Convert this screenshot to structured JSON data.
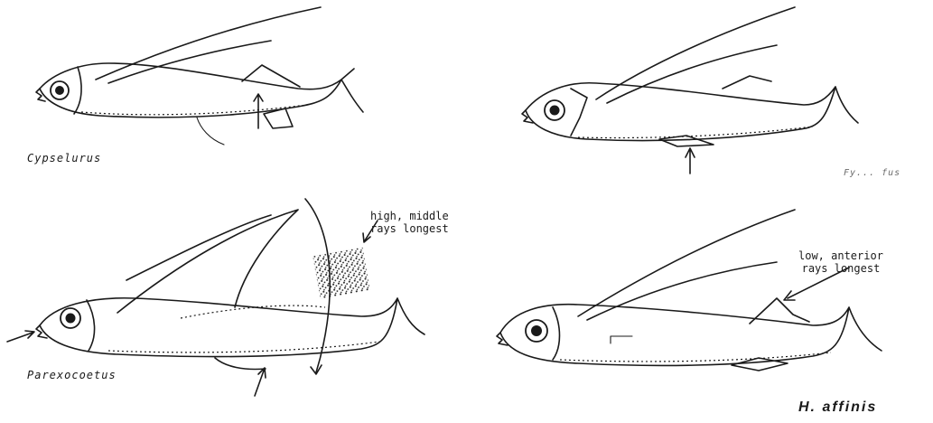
{
  "labels": {
    "cypselurus": "Cypselurus",
    "parexocoetus": "Parexocoetus",
    "h_affinis": "H. affinis",
    "faint_label": "Fy... fus"
  },
  "annotations": {
    "high_middle": [
      "high, middle",
      "rays longest"
    ],
    "low_anterior": [
      "low, anterior",
      "rays longest"
    ]
  },
  "colors": {
    "ink": "#1a1a1a",
    "paper": "#ffffff",
    "faded": "#6a6a6a"
  }
}
